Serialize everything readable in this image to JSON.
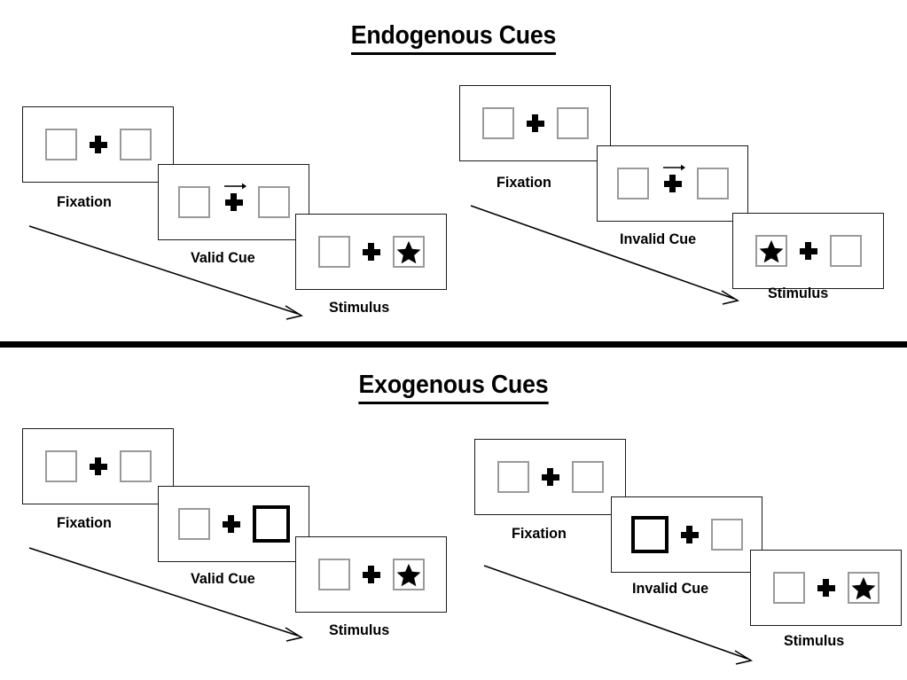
{
  "sections": [
    {
      "id": "endogenous",
      "title": "Endogenous Cues",
      "stages": [
        {
          "label": "Fixation",
          "cue": "none",
          "left_content": "empty",
          "right_content": "empty"
        },
        {
          "label": "Valid Cue",
          "cue": "arrow-right",
          "left_content": "empty",
          "right_content": "empty"
        },
        {
          "label": "Stimulus",
          "cue": "none",
          "left_content": "empty",
          "right_content": "star"
        }
      ],
      "stages_invalid": [
        {
          "label": "Fixation",
          "cue": "none",
          "left_content": "empty",
          "right_content": "empty"
        },
        {
          "label": "Invalid Cue",
          "cue": "arrow-right",
          "left_content": "empty",
          "right_content": "empty"
        },
        {
          "label": "Stimulus",
          "cue": "none",
          "left_content": "star",
          "right_content": "empty"
        }
      ]
    },
    {
      "id": "exogenous",
      "title": "Exogenous Cues",
      "stages": [
        {
          "label": "Fixation",
          "cue": "none",
          "left_content": "empty",
          "right_content": "empty"
        },
        {
          "label": "Valid Cue",
          "cue": "flash",
          "left_content": "empty",
          "right_content": "cued"
        },
        {
          "label": "Stimulus",
          "cue": "none",
          "left_content": "empty",
          "right_content": "star"
        }
      ],
      "stages_invalid": [
        {
          "label": "Fixation",
          "cue": "none",
          "left_content": "empty",
          "right_content": "empty"
        },
        {
          "label": "Invalid Cue",
          "cue": "flash",
          "left_content": "cued",
          "right_content": "empty"
        },
        {
          "label": "Stimulus",
          "cue": "none",
          "left_content": "empty",
          "right_content": "star"
        }
      ]
    }
  ],
  "labels": {
    "endo_title": "Endogenous Cues",
    "exo_title": "Exogenous Cues",
    "fixation": "Fixation",
    "valid_cue": "Valid Cue",
    "invalid_cue": "Invalid Cue",
    "stimulus": "Stimulus"
  },
  "colors": {
    "ink": "#000000",
    "frame_stroke": "#1a1a1a",
    "box_stroke": "#9a9a9a",
    "cued_box_stroke": "#000000",
    "background": "#ffffff",
    "divider": "#000000"
  }
}
